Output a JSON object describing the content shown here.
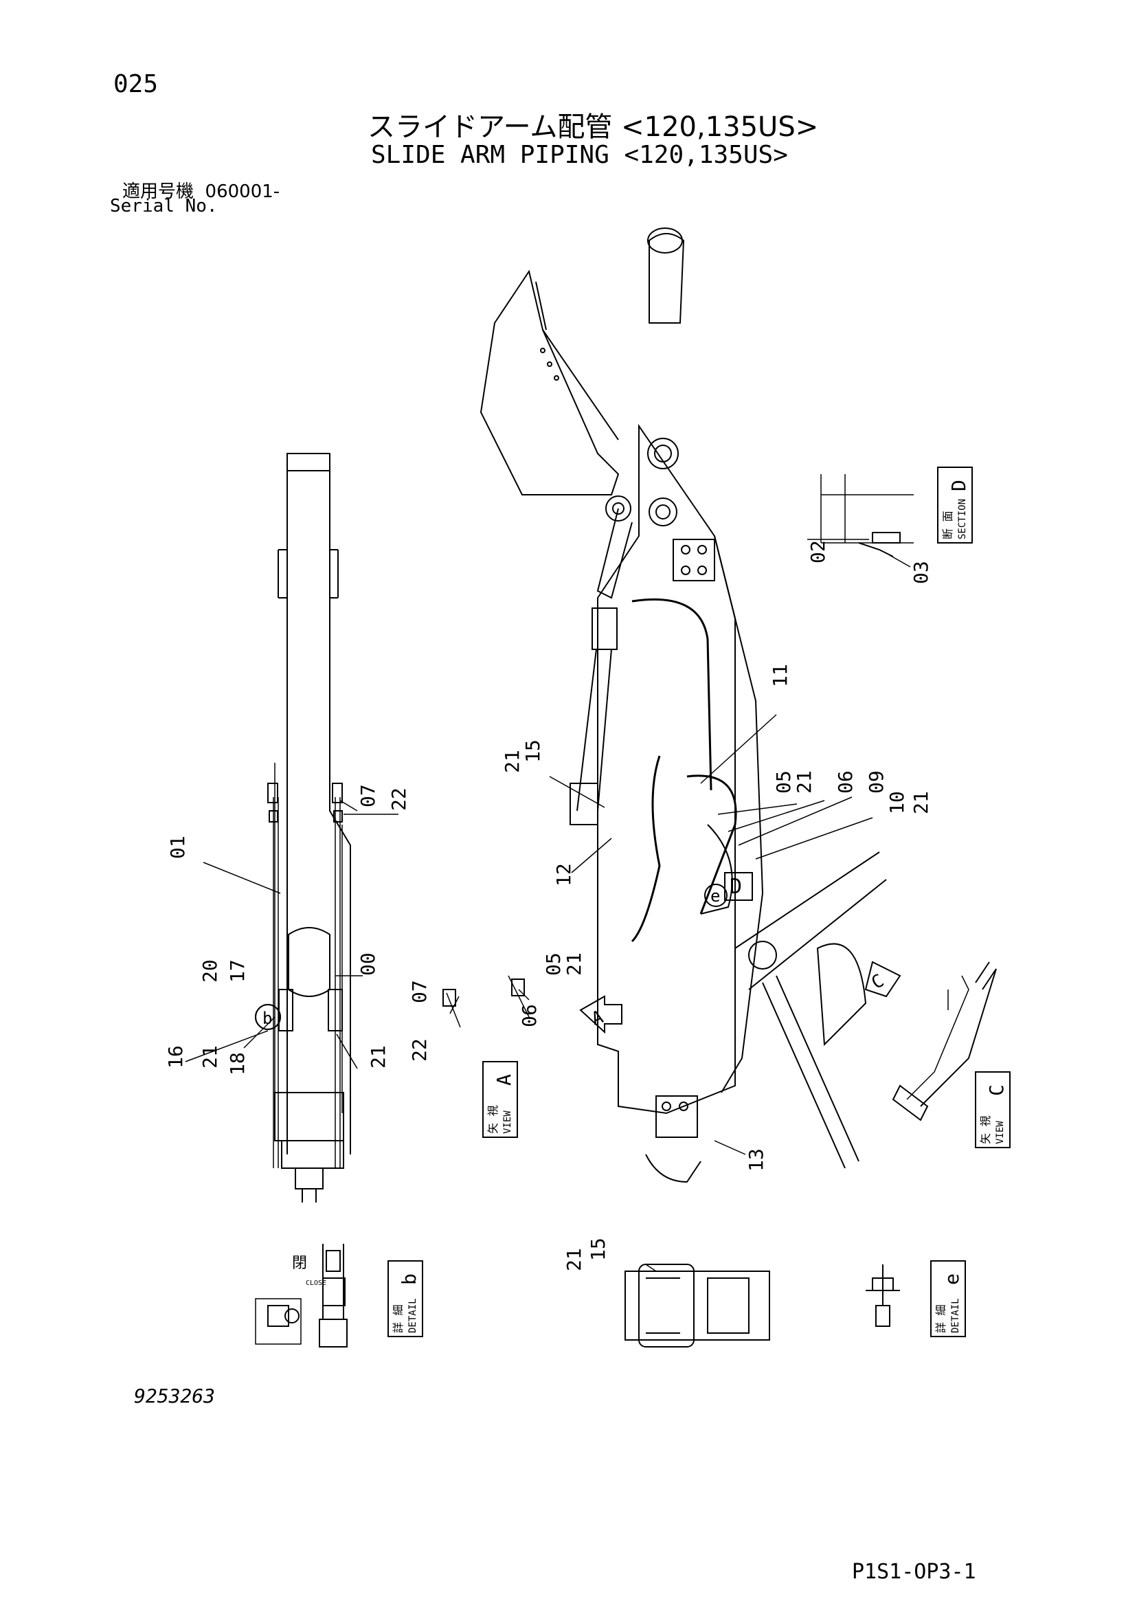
{
  "header": {
    "page_number": "025",
    "title_jp": "スライドアーム配管 <120,135US>",
    "title_en": "SLIDE ARM PIPING <120,135US>",
    "serial_label_jp": "適用号機",
    "serial_value": "060001-",
    "serial_label_en": "Serial No."
  },
  "footer": {
    "drawing_number": "9253263",
    "sheet_code": "P1S1-OP3-1"
  },
  "callouts": {
    "c00": "00",
    "c01": "01",
    "c02": "02",
    "c03": "03",
    "c05": "05",
    "c06": "06",
    "c07": "07",
    "c09": "09",
    "c10": "10",
    "c11": "11",
    "c12": "12",
    "c13": "13",
    "c15": "15",
    "c16": "16",
    "c17": "17",
    "c18": "18",
    "c20": "20",
    "c21": "21",
    "c22": "22",
    "dash": "-"
  },
  "view_labels": {
    "section_d": {
      "jp": "断 面",
      "en": "SECTION",
      "letter": "D"
    },
    "view_a": {
      "jp": "矢 視",
      "en": "VIEW",
      "letter": "A"
    },
    "view_c": {
      "jp": "矢 視",
      "en": "VIEW",
      "letter": "C"
    },
    "detail_b": {
      "jp": "詳 細",
      "en": "DETAIL",
      "letter": "b"
    },
    "detail_e": {
      "jp": "詳 細",
      "en": "DETAIL",
      "letter": "e"
    }
  },
  "markers": {
    "a": "A",
    "c": "C",
    "d": "D",
    "b": "b",
    "e": "e",
    "close_jp": "閉",
    "close_en": "CLOSE"
  }
}
